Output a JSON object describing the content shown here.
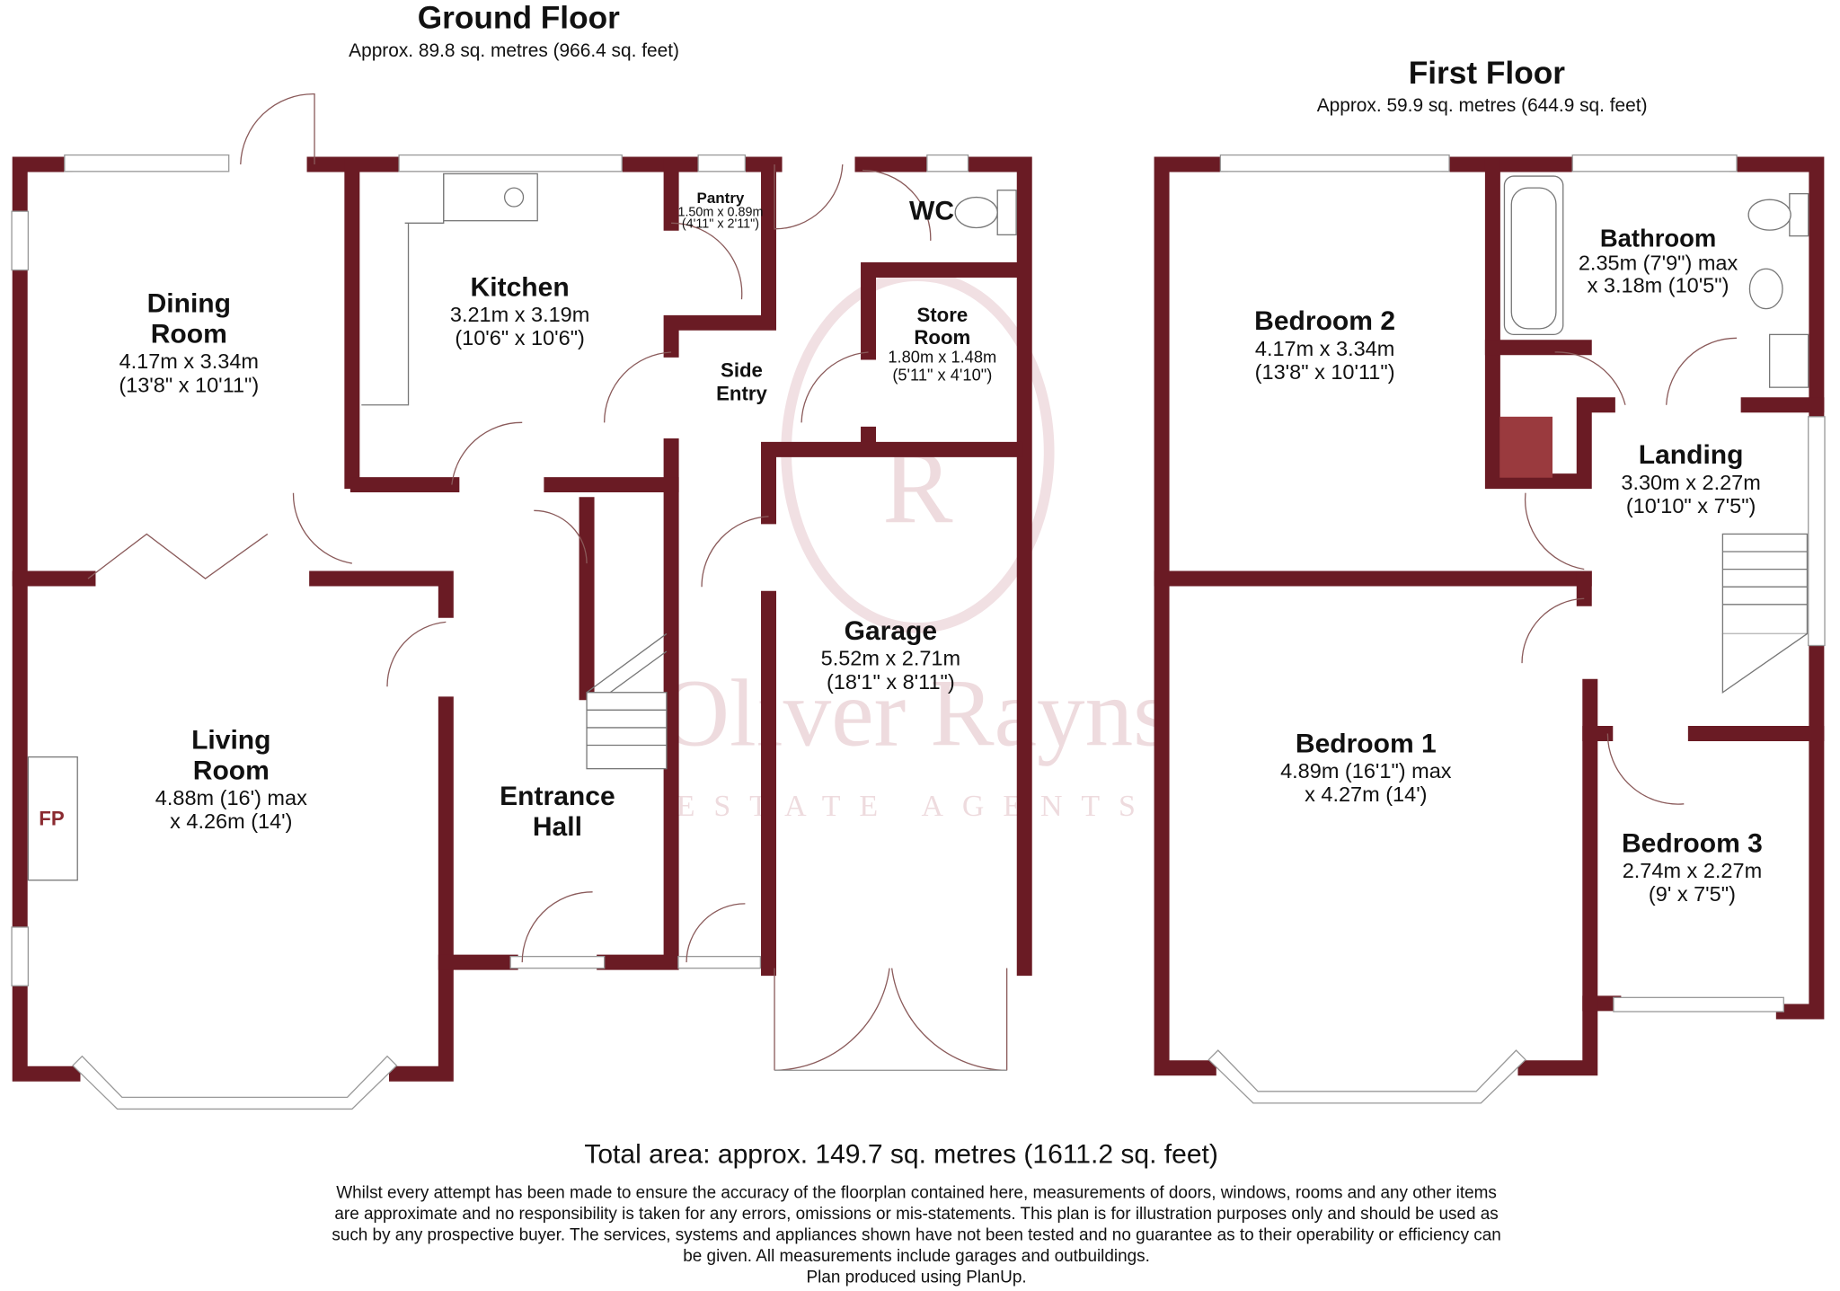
{
  "ground_floor": {
    "title": "Ground Floor",
    "area": "Approx. 89.8 sq. metres (966.4 sq. feet)",
    "rooms": {
      "dining": {
        "name1": "Dining",
        "name2": "Room",
        "dim1": "4.17m x 3.34m",
        "dim2": "(13'8\" x 10'11\")"
      },
      "kitchen": {
        "name1": "Kitchen",
        "dim1": "3.21m x 3.19m",
        "dim2": "(10'6\" x 10'6\")"
      },
      "pantry": {
        "name1": "Pantry",
        "dim1": "1.50m x 0.89m",
        "dim2": "(4'11\" x 2'11\")"
      },
      "wc": {
        "name1": "WC"
      },
      "store": {
        "name1": "Store",
        "name2": "Room",
        "dim1": "1.80m x 1.48m",
        "dim2": "(5'11\" x 4'10\")"
      },
      "side_entry": {
        "name1": "Side",
        "name2": "Entry"
      },
      "garage": {
        "name1": "Garage",
        "dim1": "5.52m x 2.71m",
        "dim2": "(18'1\" x 8'11\")"
      },
      "living": {
        "name1": "Living",
        "name2": "Room",
        "dim1": "4.88m (16') max",
        "dim2": "x 4.26m (14')"
      },
      "hall": {
        "name1": "Entrance",
        "name2": "Hall"
      },
      "fireplace": "FP"
    }
  },
  "first_floor": {
    "title": "First Floor",
    "area": "Approx. 59.9 sq. metres (644.9 sq. feet)",
    "rooms": {
      "bedroom2": {
        "name1": "Bedroom 2",
        "dim1": "4.17m x 3.34m",
        "dim2": "(13'8\" x 10'11\")"
      },
      "bathroom": {
        "name1": "Bathroom",
        "dim1": "2.35m (7'9\") max",
        "dim2": "x 3.18m (10'5\")"
      },
      "landing": {
        "name1": "Landing",
        "dim1": "3.30m x 2.27m",
        "dim2": "(10'10\" x 7'5\")"
      },
      "bedroom1": {
        "name1": "Bedroom 1",
        "dim1": "4.89m (16'1\") max",
        "dim2": "x 4.27m (14')"
      },
      "bedroom3": {
        "name1": "Bedroom 3",
        "dim1": "2.74m x 2.27m",
        "dim2": "(9' x 7'5\")"
      }
    }
  },
  "footer": {
    "total": "Total area: approx. 149.7 sq. metres (1611.2 sq. feet)",
    "disclaimer": [
      "Whilst every attempt has been made to ensure the accuracy of the floorplan contained here, measurements of doors, windows, rooms and any other items",
      "are approximate and no responsibility is taken for any errors, omissions or mis-statements.  This plan is for illustration purposes only and should be used as",
      "such by any prospective buyer. The services, systems and appliances shown have not been tested and no guarantee as to their operability or efficiency can",
      "be given. All measurements include garages and outbuildings.",
      "Plan produced using PlanUp."
    ]
  },
  "watermark": {
    "monogram": "R",
    "name": "Oliver Rayns",
    "tagline": "ESTATE AGENTS"
  },
  "colors": {
    "wall": "#6a1b24",
    "cupboard": "#9a3a3e",
    "text": "#111111"
  }
}
